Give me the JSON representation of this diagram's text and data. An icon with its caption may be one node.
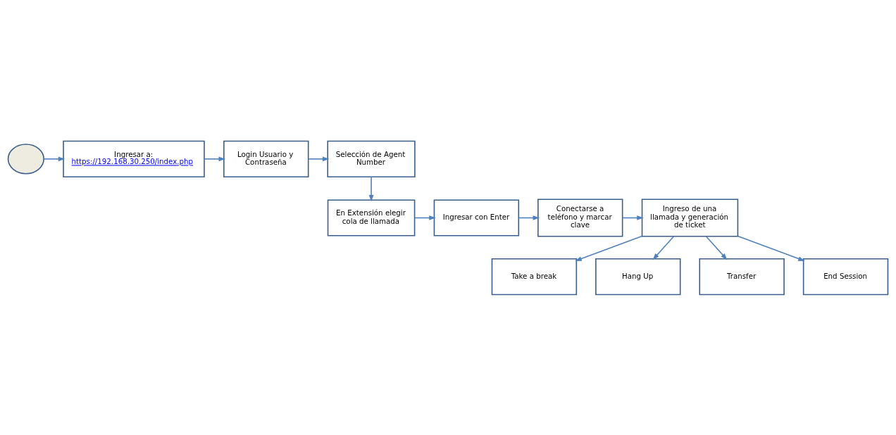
{
  "diagram": {
    "nodes": [
      {
        "text": [],
        "shape": "circle"
      },
      {
        "text": [
          "Ingresar a:",
          "https://192.168.30.250/index.php"
        ]
      },
      {
        "text": [
          "Login Usuario y Contraseña"
        ]
      },
      {
        "text": [
          "Selección de Agent Number"
        ]
      },
      {
        "text": [
          "En Extensión elegir cola de llamada"
        ]
      },
      {
        "text": [
          "Ingresar con Enter"
        ]
      },
      {
        "text": [
          "Conectarse a teléfono y marcar clave"
        ]
      },
      {
        "text": [
          "Ingreso de una llamada y generación de ticket"
        ]
      },
      {
        "text": [
          "Take a break"
        ]
      },
      {
        "text": [
          "Hang Up"
        ]
      },
      {
        "text": [
          "Transfer"
        ]
      },
      {
        "text": [
          "End Session"
        ]
      }
    ],
    "edges": [
      {
        "from": 0,
        "to": 1,
        "arrow": "to"
      },
      {
        "from": 1,
        "to": 2,
        "arrow": "to"
      },
      {
        "from": 2,
        "to": 3,
        "arrow": "to"
      },
      {
        "from": 3,
        "to": 4,
        "arrow": "to"
      },
      {
        "from": 4,
        "to": 5,
        "arrow": "to"
      },
      {
        "from": 5,
        "to": 6,
        "arrow": "to"
      },
      {
        "from": 6,
        "to": 7,
        "arrow": "to"
      },
      {
        "from": 7,
        "to": 8,
        "arrow": "to"
      },
      {
        "from": 7,
        "to": 9,
        "arrow": "to"
      },
      {
        "from": 7,
        "to": 10,
        "arrow": "to"
      },
      {
        "from": 7,
        "to": 11,
        "arrow": "to"
      }
    ]
  }
}
